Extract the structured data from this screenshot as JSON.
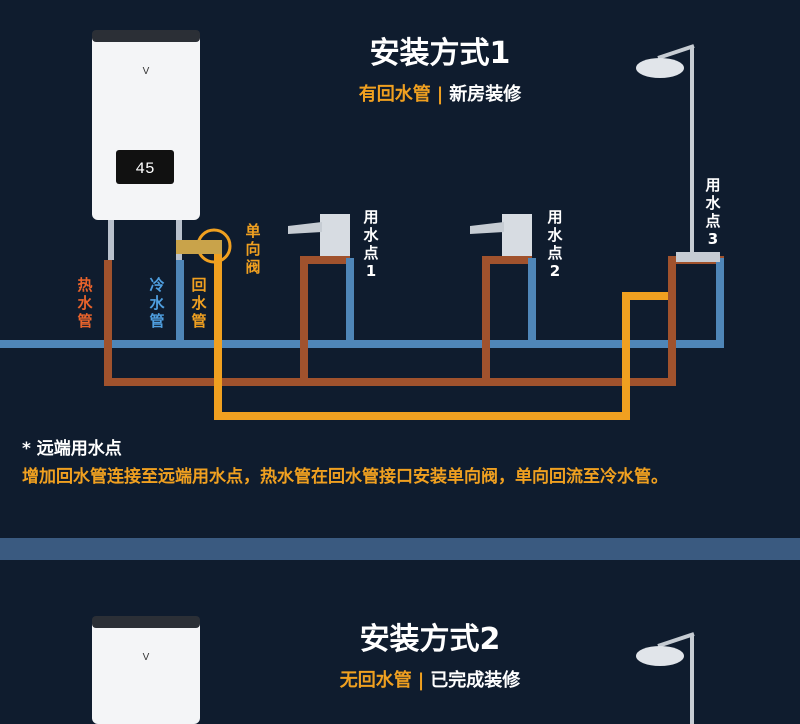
{
  "section1": {
    "title": "安装方式1",
    "subtitle_highlight": "有回水管",
    "subtitle_separator": "|",
    "subtitle_rest": "新房装修"
  },
  "heater": {
    "display_value": "45"
  },
  "labels": {
    "hot_pipe": "热水管",
    "cold_pipe": "冷水管",
    "return_pipe": "回水管",
    "check_valve": "单向阀",
    "point1": "用水点1",
    "point2": "用水点2",
    "point3": "用水点3"
  },
  "note": {
    "heading": "* 远端用水点",
    "body": "增加回水管连接至远端用水点，热水管在回水管接口安装单向阀，单向回流至冷水管。"
  },
  "section2": {
    "title": "安装方式2",
    "subtitle_highlight": "无回水管",
    "subtitle_separator": "|",
    "subtitle_rest": "已完成装修"
  },
  "colors": {
    "background": "#0f1c2e",
    "hot": "#a0522d",
    "cold": "#4f86b8",
    "return": "#f0a020",
    "divider": "#3a5a80"
  }
}
